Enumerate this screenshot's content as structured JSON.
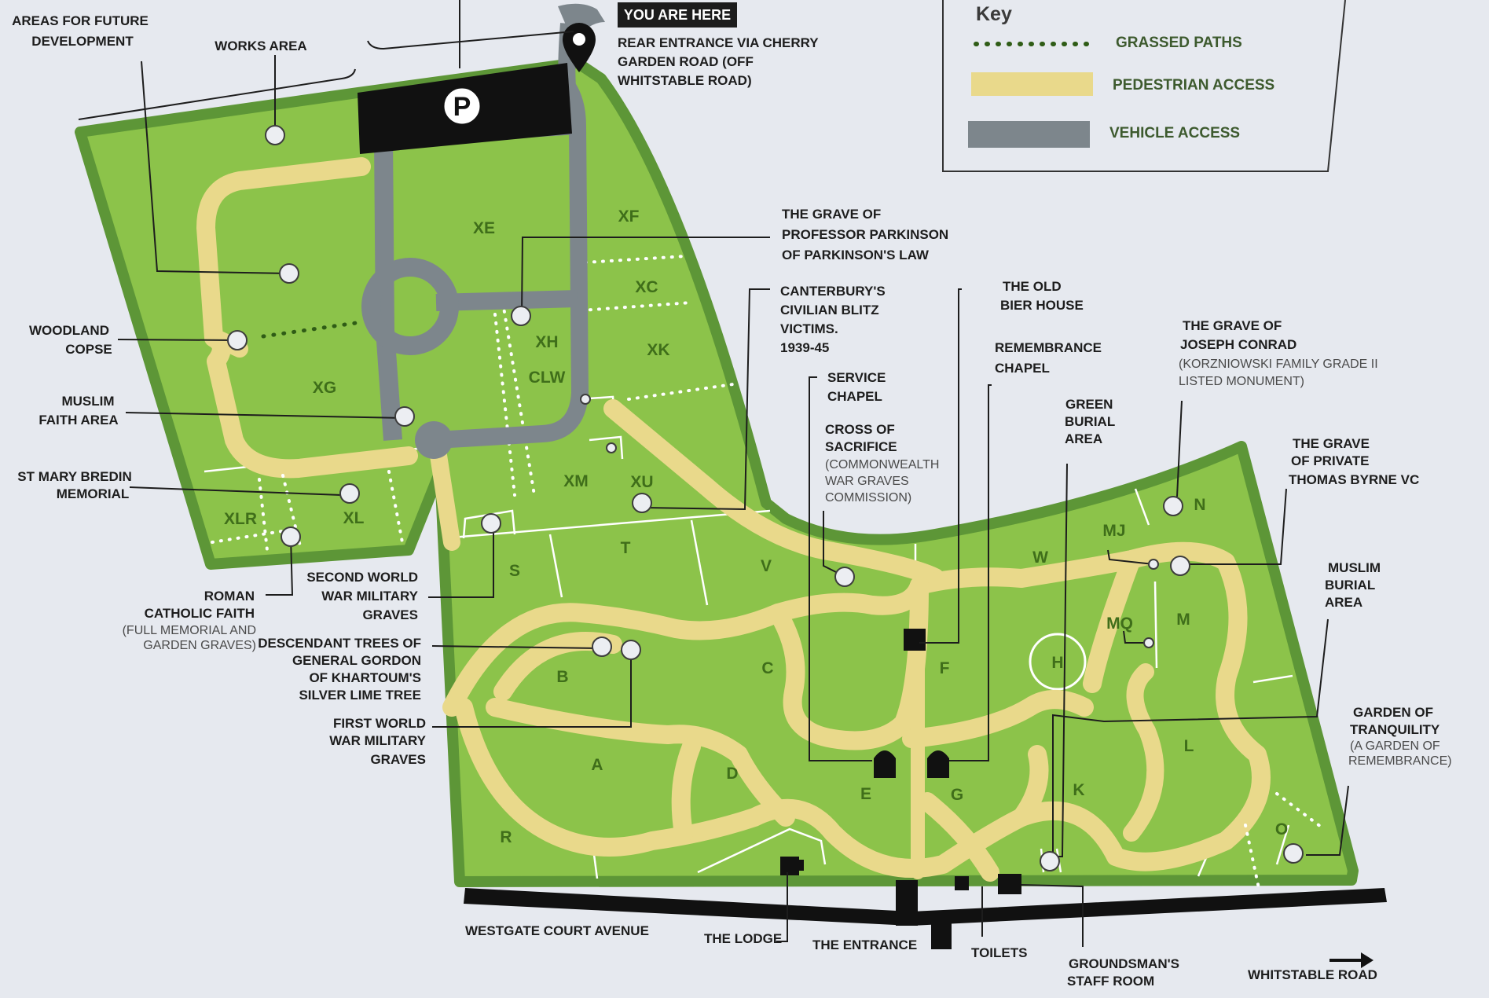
{
  "you_are_here": "YOU ARE HERE",
  "rear_entrance": [
    "REAR ENTRANCE VIA CHERRY",
    "GARDEN ROAD (OFF",
    "WHITSTABLE ROAD)"
  ],
  "parking": "P",
  "key": {
    "title": "Key",
    "items": [
      "GRASSED PATHS",
      "PEDESTRIAN ACCESS",
      "VEHICLE ACCESS"
    ],
    "colors": {
      "grassed": "#2f5c16",
      "pedestrian": "#e9d98b",
      "vehicle": "#7d868c"
    }
  },
  "colors": {
    "grass": "#8cc34a",
    "border": "#5d9637",
    "road": "#111111",
    "background": "#e6e9ef"
  },
  "sections": [
    "XE",
    "XF",
    "XC",
    "XH",
    "XK",
    "CLW",
    "XG",
    "XM",
    "XU",
    "XLR",
    "XL",
    "S",
    "T",
    "V",
    "W",
    "MJ",
    "N",
    "MQ",
    "M",
    "H",
    "F",
    "B",
    "C",
    "A",
    "D",
    "E",
    "G",
    "K",
    "L",
    "O",
    "R"
  ],
  "labels": {
    "future": [
      "AREAS FOR FUTURE",
      "DEVELOPMENT"
    ],
    "works": "WORKS AREA",
    "woodland": [
      "WOODLAND",
      "COPSE"
    ],
    "muslim_faith": [
      "MUSLIM",
      "FAITH AREA"
    ],
    "st_mary": [
      "ST MARY BREDIN",
      "MEMORIAL"
    ],
    "roman": [
      "ROMAN",
      "CATHOLIC FAITH"
    ],
    "roman_sub": [
      "(FULL MEMORIAL AND",
      "GARDEN GRAVES)"
    ],
    "ww2": [
      "SECOND WORLD",
      "WAR MILITARY",
      "GRAVES"
    ],
    "gordon": [
      "DESCENDANT TREES OF",
      "GENERAL GORDON",
      "OF KHARTOUM'S",
      "SILVER LIME TREE"
    ],
    "ww1": [
      "FIRST WORLD",
      "WAR MILITARY",
      "GRAVES"
    ],
    "parkinson": [
      "THE GRAVE OF",
      "PROFESSOR PARKINSON",
      "OF PARKINSON'S LAW"
    ],
    "blitz": [
      "CANTERBURY'S",
      "CIVILIAN BLITZ",
      "VICTIMS.",
      "1939-45"
    ],
    "service": [
      "SERVICE",
      "CHAPEL"
    ],
    "cross": [
      "CROSS OF",
      "SACRIFICE"
    ],
    "cross_sub": [
      "(COMMONWEALTH",
      "WAR GRAVES",
      "COMMISSION)"
    ],
    "bier": [
      "THE OLD",
      "BIER HOUSE"
    ],
    "remembrance": [
      "REMEMBRANCE",
      "CHAPEL"
    ],
    "green": [
      "GREEN",
      "BURIAL",
      "AREA"
    ],
    "conrad": [
      "THE GRAVE OF",
      "JOSEPH CONRAD"
    ],
    "conrad_sub": [
      "(KORZNIOWSKI FAMILY GRADE II",
      "LISTED MONUMENT)"
    ],
    "byrne": [
      "THE GRAVE",
      "OF PRIVATE",
      "THOMAS BYRNE VC"
    ],
    "muslim_burial": [
      "MUSLIM",
      "BURIAL",
      "AREA"
    ],
    "tranquility": [
      "GARDEN OF",
      "TRANQUILITY"
    ],
    "tranquility_sub": [
      "(A GARDEN OF",
      "REMEMBRANCE)"
    ],
    "westgate": "WESTGATE COURT AVENUE",
    "lodge": "THE LODGE",
    "entrance": "THE ENTRANCE",
    "toilets": "TOILETS",
    "groundsman": [
      "GROUNDSMAN'S",
      "STAFF ROOM"
    ],
    "whitstable": "WHITSTABLE ROAD"
  }
}
